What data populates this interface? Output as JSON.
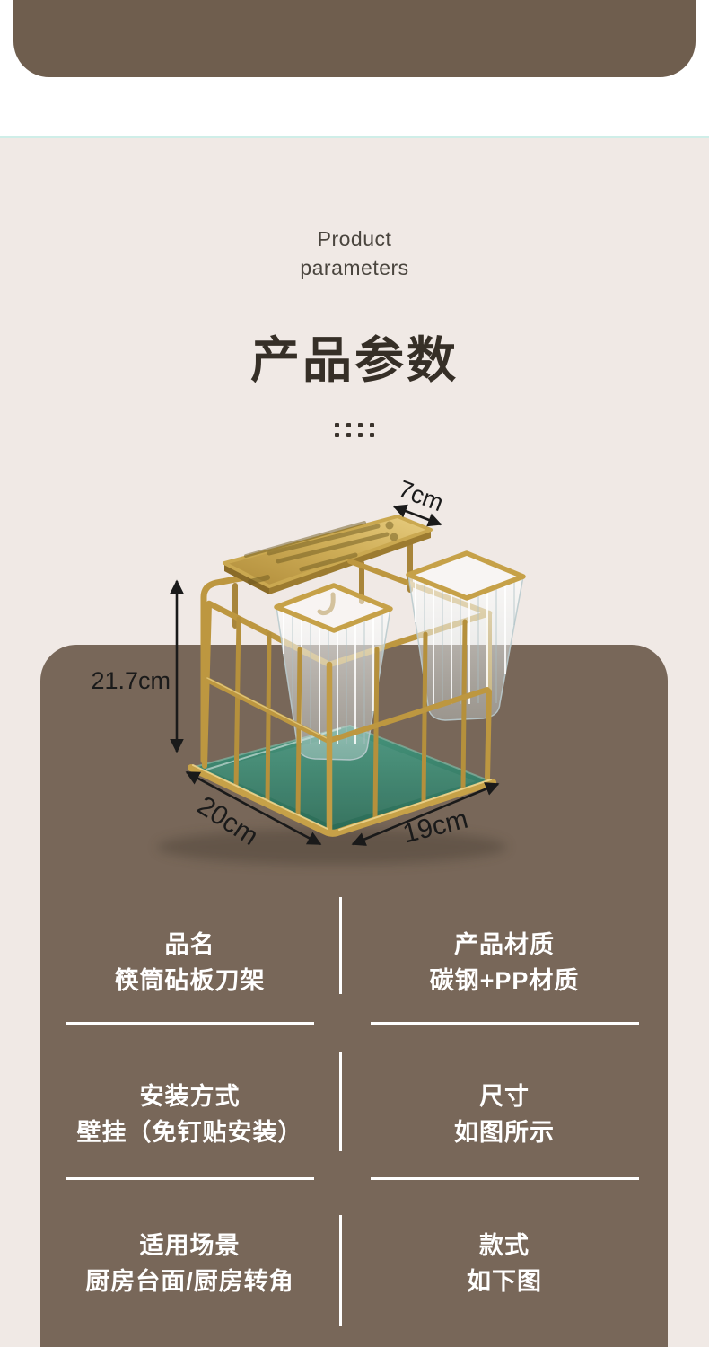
{
  "colors": {
    "page_bg": "#f0e9e5",
    "banner_brown": "#6f5e4e",
    "card_brown": "#786759",
    "teal_divider": "#cfeee8",
    "title_dark": "#362f27",
    "param_text": "#ffffff",
    "rack_gold": "#bd9740",
    "tray_green": "#2f7a63",
    "annotation_black": "#1a1a1a"
  },
  "section_header": {
    "subtitle_line1": "Product",
    "subtitle_line2": "parameters",
    "title": "产品参数"
  },
  "figure": {
    "dim_top": "7cm",
    "dim_height": "21.7cm",
    "dim_depth": "20cm",
    "dim_width": "19cm"
  },
  "parameters": {
    "rows": [
      {
        "left": {
          "label": "品名",
          "value": "筷筒砧板刀架"
        },
        "right": {
          "label": "产品材质",
          "value": "碳钢+PP材质"
        }
      },
      {
        "left": {
          "label": "安装方式",
          "value": "壁挂（免钉贴安装）"
        },
        "right": {
          "label": "尺寸",
          "value": "如图所示"
        }
      },
      {
        "left": {
          "label": "适用场景",
          "value": "厨房台面/厨房转角"
        },
        "right": {
          "label": "款式",
          "value": "如下图"
        }
      }
    ]
  }
}
